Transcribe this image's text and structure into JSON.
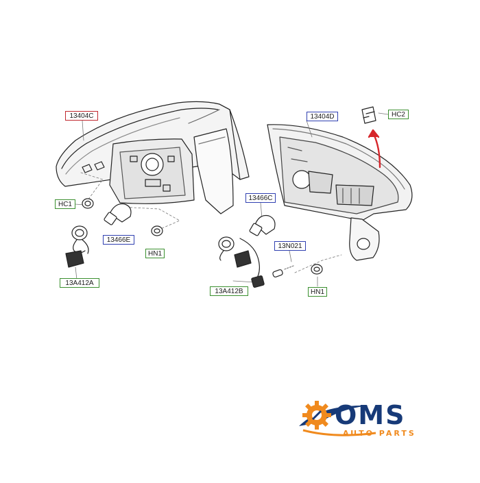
{
  "parts": {
    "p13404C": "13404C",
    "p13404D": "13404D",
    "pHC2": "HC2",
    "pHC1": "HC1",
    "p13466E": "13466E",
    "p13466C": "13466C",
    "pHN1_left": "HN1",
    "pHN1_right": "HN1",
    "p13N021": "13N021",
    "p13A412A": "13A412A",
    "p13A412B": "13A412B"
  },
  "logo": {
    "brand": "OMS",
    "tagline": "AUTO PARTS"
  },
  "colors": {
    "callout_green": "#3a8f2e",
    "callout_blue": "#2f3fb0",
    "callout_red": "#c0282e",
    "arrow_red": "#d6262b",
    "logo_navy": "#173a78",
    "logo_orange": "#f08a1e"
  }
}
